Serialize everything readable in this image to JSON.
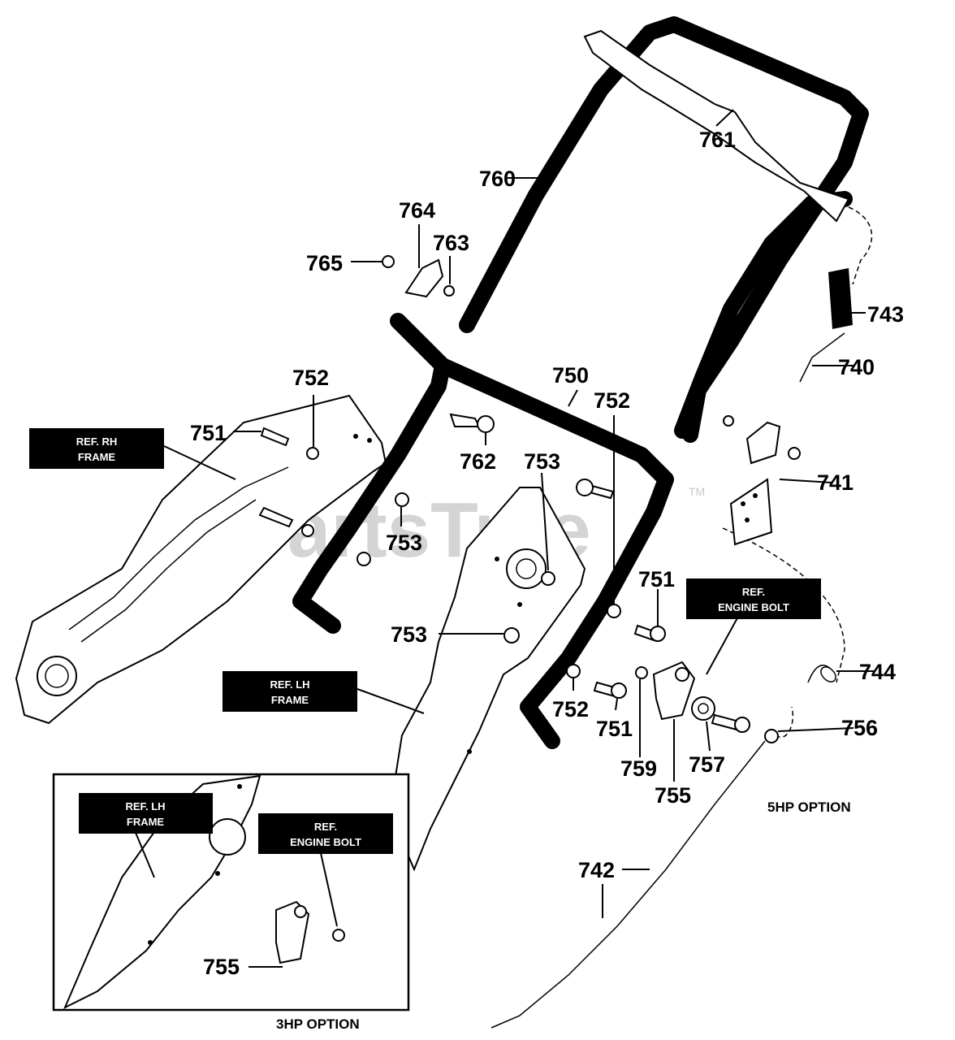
{
  "watermark": {
    "text": "PartsTree",
    "tm": "TM"
  },
  "part_numbers": {
    "p760": "760",
    "p761": "761",
    "p764": "764",
    "p763": "763",
    "p765": "765",
    "p743": "743",
    "p740": "740",
    "p750": "750",
    "p752a": "752",
    "p752b": "752",
    "p752c": "752",
    "p751a": "751",
    "p751b": "751",
    "p751c": "751",
    "p762": "762",
    "p753a": "753",
    "p753b": "753",
    "p753c": "753",
    "p741": "741",
    "p744": "744",
    "p756": "756",
    "p757": "757",
    "p759": "759",
    "p755a": "755",
    "p755b": "755",
    "p742": "742"
  },
  "ref_labels": {
    "rh_frame": {
      "line1": "REF. RH",
      "line2": "FRAME"
    },
    "lh_frame": {
      "line1": "REF. LH",
      "line2": "FRAME"
    },
    "engine_bolt": {
      "line1": "REF.",
      "line2": "ENGINE BOLT"
    },
    "inset_lh_frame": {
      "line1": "REF. LH",
      "line2": "FRAME"
    },
    "inset_engine_bolt": {
      "line1": "REF.",
      "line2": "ENGINE BOLT"
    }
  },
  "options": {
    "five_hp": "5HP OPTION",
    "three_hp": "3HP OPTION"
  }
}
